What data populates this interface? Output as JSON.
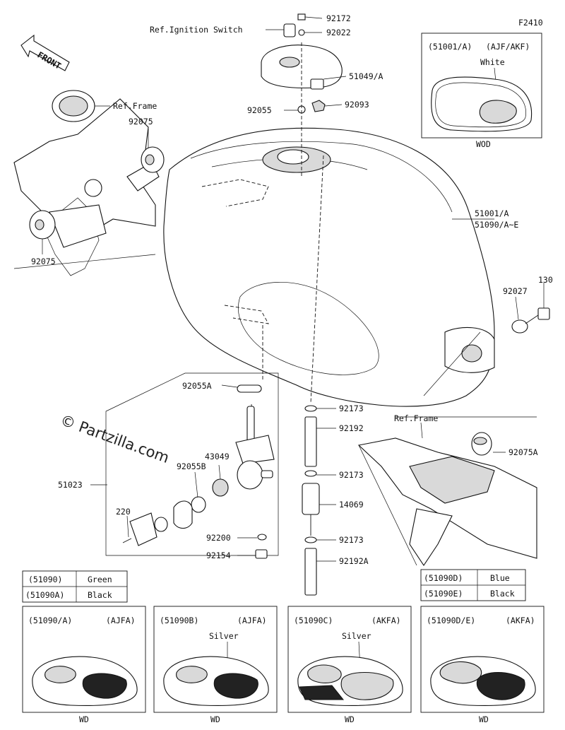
{
  "figure_code": "F2410",
  "front_arrow_label": "FRONT",
  "watermark": "© Partzilla.com",
  "refs": {
    "ignition_switch": "Ref.Ignition Switch",
    "frame_top": "Ref.Frame",
    "frame_rear": "Ref.Frame"
  },
  "callouts": {
    "c92172": "92172",
    "c92022": "92022",
    "c51049a": "51049/A",
    "c92055": "92055",
    "c92093": "92093",
    "c92075_top": "92075",
    "c92075_bottom": "92075",
    "c51001a": "51001/A",
    "c51090ae": "51090/A~E",
    "c92027": "92027",
    "c130": "130",
    "c92055a": "92055A",
    "c43049": "43049",
    "c92055b": "92055B",
    "c51023": "51023",
    "c220": "220",
    "c92200": "92200",
    "c92154": "92154",
    "c92173_1": "92173",
    "c92192": "92192",
    "c92173_2": "92173",
    "c14069": "14069",
    "c92173_3": "92173",
    "c92192a": "92192A",
    "c92075a": "92075A"
  },
  "inset_top": {
    "code": "(51001/A)",
    "variant": "(AJF/AKF)",
    "color": "White",
    "tag": "WOD"
  },
  "color_table_left": [
    {
      "code": "(51090)",
      "color": "Green"
    },
    {
      "code": "(51090A)",
      "color": "Black"
    }
  ],
  "color_table_right": [
    {
      "code": "(51090D)",
      "color": "Blue"
    },
    {
      "code": "(51090E)",
      "color": "Black"
    }
  ],
  "bottom_panels": [
    {
      "code": "(51090/A)",
      "variant": "(AJFA)",
      "color": "",
      "tag": "WD"
    },
    {
      "code": "(51090B)",
      "variant": "(AJFA)",
      "color": "Silver",
      "tag": "WD"
    },
    {
      "code": "(51090C)",
      "variant": "(AKFA)",
      "color": "Silver",
      "tag": "WD"
    },
    {
      "code": "(51090D/E)",
      "variant": "(AKFA)",
      "color": "",
      "tag": "WD"
    }
  ]
}
